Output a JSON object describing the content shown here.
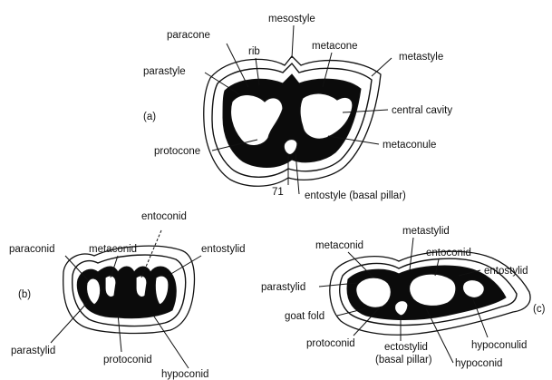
{
  "tooth_a": {
    "panel_label": "(a)",
    "labels": {
      "mesostyle": "mesostyle",
      "paracone": "paracone",
      "rib": "rib",
      "metacone": "metacone",
      "parastyle": "parastyle",
      "metastyle": "metastyle",
      "central_cavity": "central cavity",
      "protocone": "protocone",
      "metaconule": "metaconule",
      "number": "71",
      "entostyle": "entostyle (basal pillar)"
    }
  },
  "tooth_b": {
    "panel_label": "(b)",
    "labels": {
      "entoconid": "entoconid",
      "paraconid": "paraconid",
      "metaconid": "metaconid",
      "entostylid": "entostylid",
      "parastylid": "parastylid",
      "protoconid": "protoconid",
      "hypoconid": "hypoconid"
    }
  },
  "tooth_c": {
    "panel_label": "(c)",
    "labels": {
      "metastylid": "metastylid",
      "metaconid": "metaconid",
      "entoconid": "entoconid",
      "entostylid": "entostylid",
      "parastylid": "parastylid",
      "goat_fold": "goat fold",
      "protoconid": "protoconid",
      "ectostylid": "ectostylid",
      "basal_pillar": "(basal pillar)",
      "hypoconid": "hypoconid",
      "hypoconulid": "hypoconulid"
    }
  }
}
